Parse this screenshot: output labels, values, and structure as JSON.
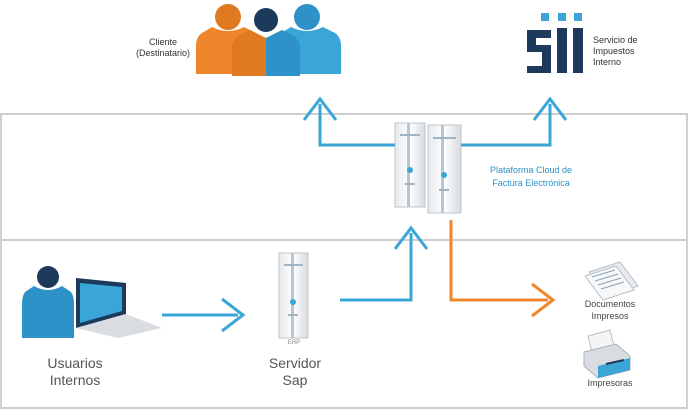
{
  "client": {
    "line1": "Cliente",
    "line2": "(Destinatario)"
  },
  "sii": {
    "logo_text": "sii",
    "line1": "Servicio de",
    "line2": "Impuestos",
    "line3": "Interno"
  },
  "platform": {
    "line1": "Plataforma Cloud de",
    "line2": "Factura Electrónica"
  },
  "internal_users": {
    "line1": "Usuarios",
    "line2": "Internos"
  },
  "sap": {
    "tag": "ERP",
    "line1": "Servidor",
    "line2": "Sap"
  },
  "docs": {
    "line1": "Documentos",
    "line2": "Impresos"
  },
  "printers": {
    "label": "Impresoras"
  },
  "colors": {
    "blue": "#3aa6d8",
    "orange": "#f0862c",
    "navy": "#1d3a5c",
    "border": "#cfcfcf"
  }
}
